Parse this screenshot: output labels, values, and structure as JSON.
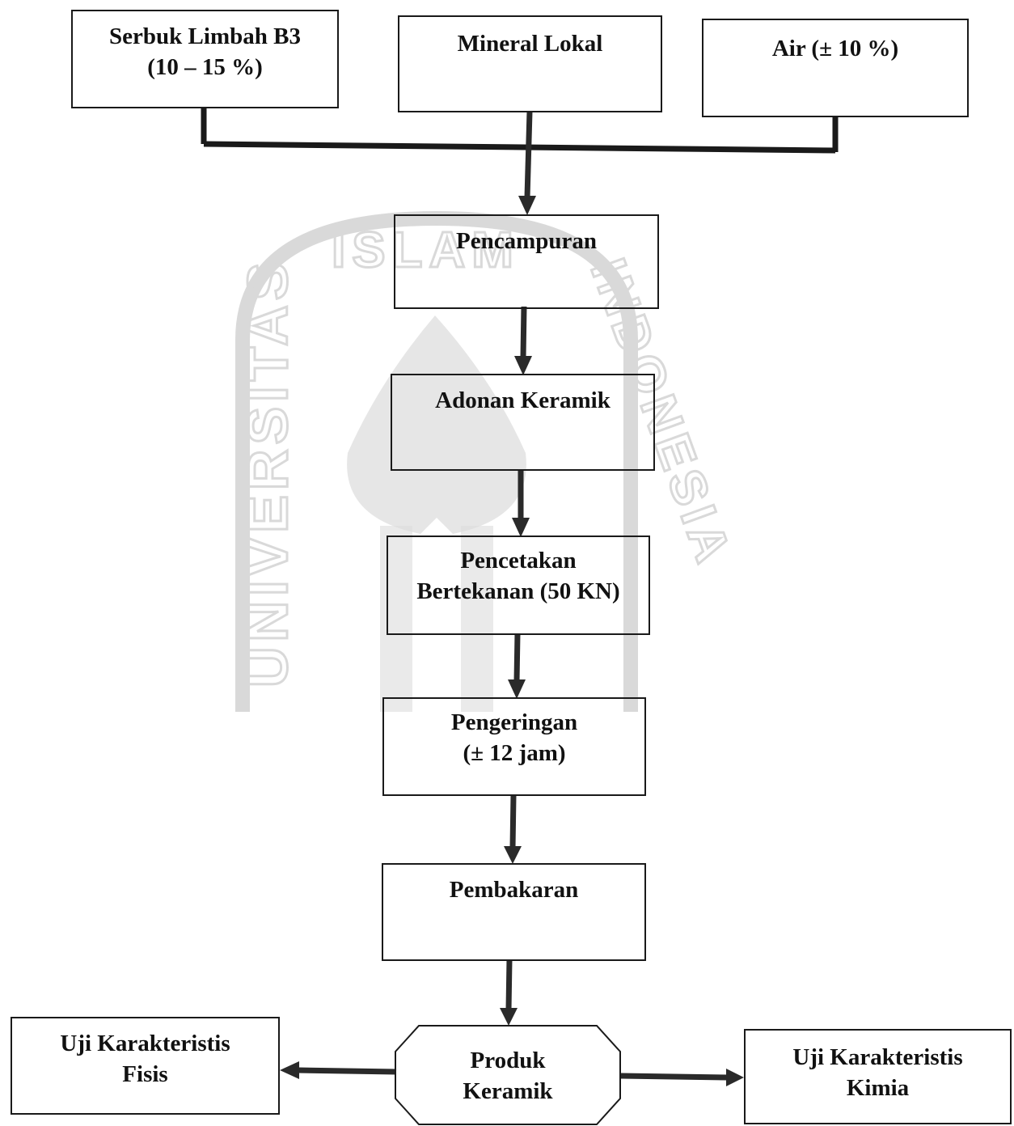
{
  "watermark": {
    "ring_text_left": "UNIVERSITAS",
    "ring_text_top": "ISLAM",
    "ring_text_right": "INDONESIA",
    "color": "#d9d9d9"
  },
  "inputs": {
    "serbuk": {
      "line1": "Serbuk Limbah B3",
      "line2": "(10 – 15 %)"
    },
    "mineral": {
      "line1": "Mineral Lokal"
    },
    "air": {
      "line1": "Air (± 10 %)"
    }
  },
  "steps": {
    "pencampuran": "Pencampuran",
    "adonan": "Adonan Keramik",
    "pencetakan": {
      "line1": "Pencetakan",
      "line2": "Bertekanan (50 KN)"
    },
    "pengeringan": {
      "line1": "Pengeringan",
      "line2": "(± 12 jam)"
    },
    "pembakaran": "Pembakaran"
  },
  "product": {
    "line1": "Produk",
    "line2": "Keramik"
  },
  "tests": {
    "fisis": {
      "line1": "Uji Karakteristis",
      "line2": "Fisis"
    },
    "kimia": {
      "line1": "Uji Karakteristis",
      "line2": "Kimia"
    }
  },
  "colors": {
    "stroke": "#1a1a1a",
    "arrow": "#2a2a2a"
  }
}
